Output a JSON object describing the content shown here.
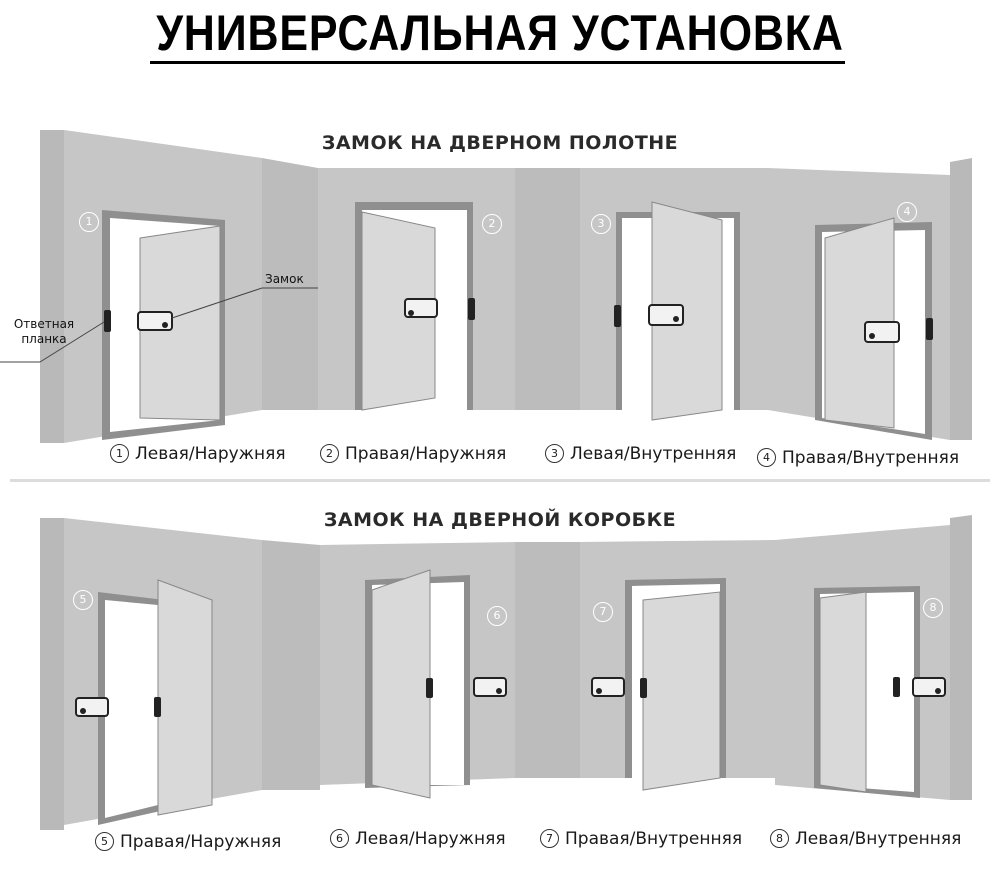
{
  "title": "УНИВЕРСАЛЬНАЯ УСТАНОВКА",
  "top": {
    "heading": "ЗАМОК НА ДВЕРНОМ ПОЛОТНЕ",
    "callout_lock": "Замок",
    "callout_strike": "Ответная планка",
    "items": [
      {
        "num": "1",
        "label": "Левая/Наружняя"
      },
      {
        "num": "2",
        "label": "Правая/Наружняя"
      },
      {
        "num": "3",
        "label": "Левая/Внутренняя"
      },
      {
        "num": "4",
        "label": "Правая/Внутренняя"
      }
    ]
  },
  "bottom": {
    "heading": "ЗАМОК НА ДВЕРНОЙ КОРОБКЕ",
    "items": [
      {
        "num": "5",
        "label": "Правая/Наружняя"
      },
      {
        "num": "6",
        "label": "Левая/Наружняя"
      },
      {
        "num": "7",
        "label": "Правая/Внутренняя"
      },
      {
        "num": "8",
        "label": "Левая/Внутренняя"
      }
    ]
  }
}
